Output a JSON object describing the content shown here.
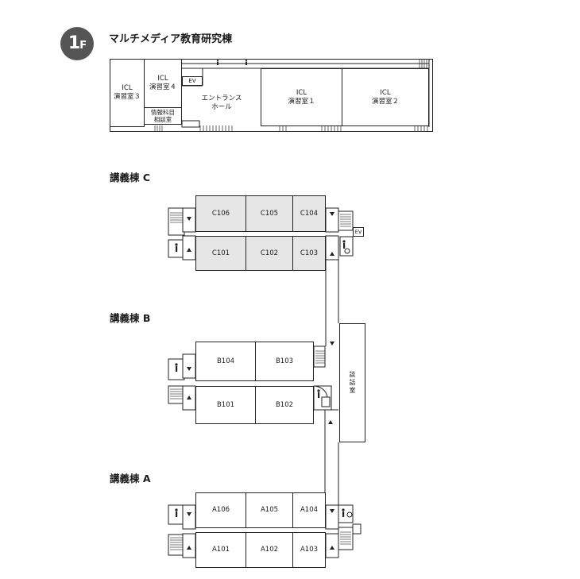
{
  "floor": {
    "number": "1",
    "suffix": "F",
    "title": "マルチメディア教育研究棟"
  },
  "multimedia_building": {
    "rooms": {
      "icl3_line1": "ICL",
      "icl3_line2": "演習室３",
      "icl4_line1": "ICL",
      "icl4_line2": "演習室４",
      "ev": "EV",
      "info_line1": "情報科目",
      "info_line2": "相談室",
      "entrance_line1": "エントランス",
      "entrance_line2": "ホール",
      "icl1_line1": "ICL",
      "icl1_line2": "演習室１",
      "icl2_line1": "ICL",
      "icl2_line2": "演習室２"
    }
  },
  "building_c": {
    "title": "講義棟 C",
    "rooms": [
      "C106",
      "C105",
      "C104",
      "C101",
      "C102",
      "C103"
    ],
    "ev": "EV"
  },
  "building_b": {
    "title": "講義棟 B",
    "rooms": [
      "B104",
      "B103",
      "B101",
      "B102"
    ],
    "lounge": "談話室"
  },
  "building_a": {
    "title": "講義棟 A",
    "rooms": [
      "A106",
      "A105",
      "A104",
      "A101",
      "A102",
      "A103"
    ]
  },
  "colors": {
    "room_fill_c": "#e6e6e6",
    "badge": "#555555",
    "line": "#222222"
  },
  "icons": [
    "restroom-icon",
    "accessible-icon",
    "entrance-arrow-icon",
    "stairs-icon",
    "elevator-icon"
  ]
}
